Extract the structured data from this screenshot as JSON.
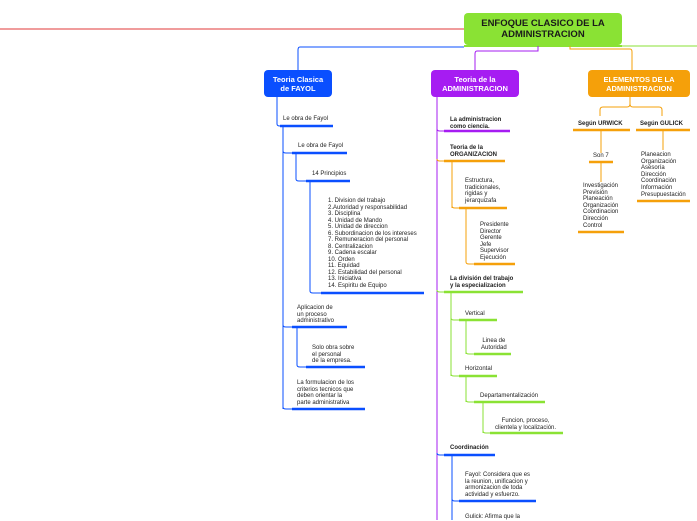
{
  "colors": {
    "blue": "#0a4fff",
    "purple": "#a61cf2",
    "orange": "#f5a00a",
    "green": "#8ae234",
    "red": "#e03a3a"
  },
  "root": {
    "title": "ENFOQUE CLASICO DE LA\nADMINISTRACION"
  },
  "fayol": {
    "title": "Teoria Clasica\nde FAYOL",
    "obra1": "Le obra de Fayol",
    "obra2": "Le obra de Fayol",
    "principios_title": "14 Principios",
    "principios": "1. Division del trabajo\n2.Autoridad y responsabilidad\n3. Disciplina\n4. Unidad de Mando\n5. Unidad de direccion\n6. Subordinacion de los intereses\n7. Remuneracion del personal\n8. Centralizacion\n9. Cadena escalar\n10. Orden\n11. Equidad\n12. Estabilidad del personal\n13. Iniciativa\n14. Espiritu de Equipo",
    "aplicacion": "Aplicacion de\nun proceso\nadministrativo",
    "solo": "Solo obra sobre\nel personal\nde la empresa.",
    "formulacion": "La formulacion de los\ncriterios tecnicos que\ndeben orientar la\nparte administrativa"
  },
  "teoria": {
    "title": "Teoria de la\nADMINISTRACION",
    "ciencia": "La administracion\ncomo ciencia.",
    "organizacion": "Teoria de la\nORGANIZACION",
    "estructura": "Estructura,\ntradicionales,\nrigidas y\njerarquizafa",
    "cargos": "Presidente\nDirector\nGerente\nJefe\nSupervisor\nEjecución",
    "division": "La división del trabajo\ny la especializacion",
    "vertical": "Vertical",
    "linea": "Linea de\nAutoridad",
    "horizontal": "Horizontal",
    "departamentalizacion": "Departamentalización",
    "funcion": "Funcion, proceso,\nclientela y localización.",
    "coordinacion": "Coordinación",
    "fayol_coord": "Fayol: Considera que es\nla reunion, unificacion y\narmonizacion de toda\nactividad y esfuerzo.",
    "gulick": "Gulick: Afirma que la"
  },
  "elementos": {
    "title": "ELEMENTOS DE LA\nADMINISTRACION",
    "urwick": "Según URWICK",
    "gulick": "Según GULICK",
    "son7": "Son 7",
    "urwick_list": "Investigación\nPrevisión\nPlaneación\nOrganización\nCoordinacion\nDirección\nControl",
    "gulick_list": "Planeacion\nOrganización\nAsesoría\nDirección\nCoordinación\nInformación\nPresupuestación"
  }
}
